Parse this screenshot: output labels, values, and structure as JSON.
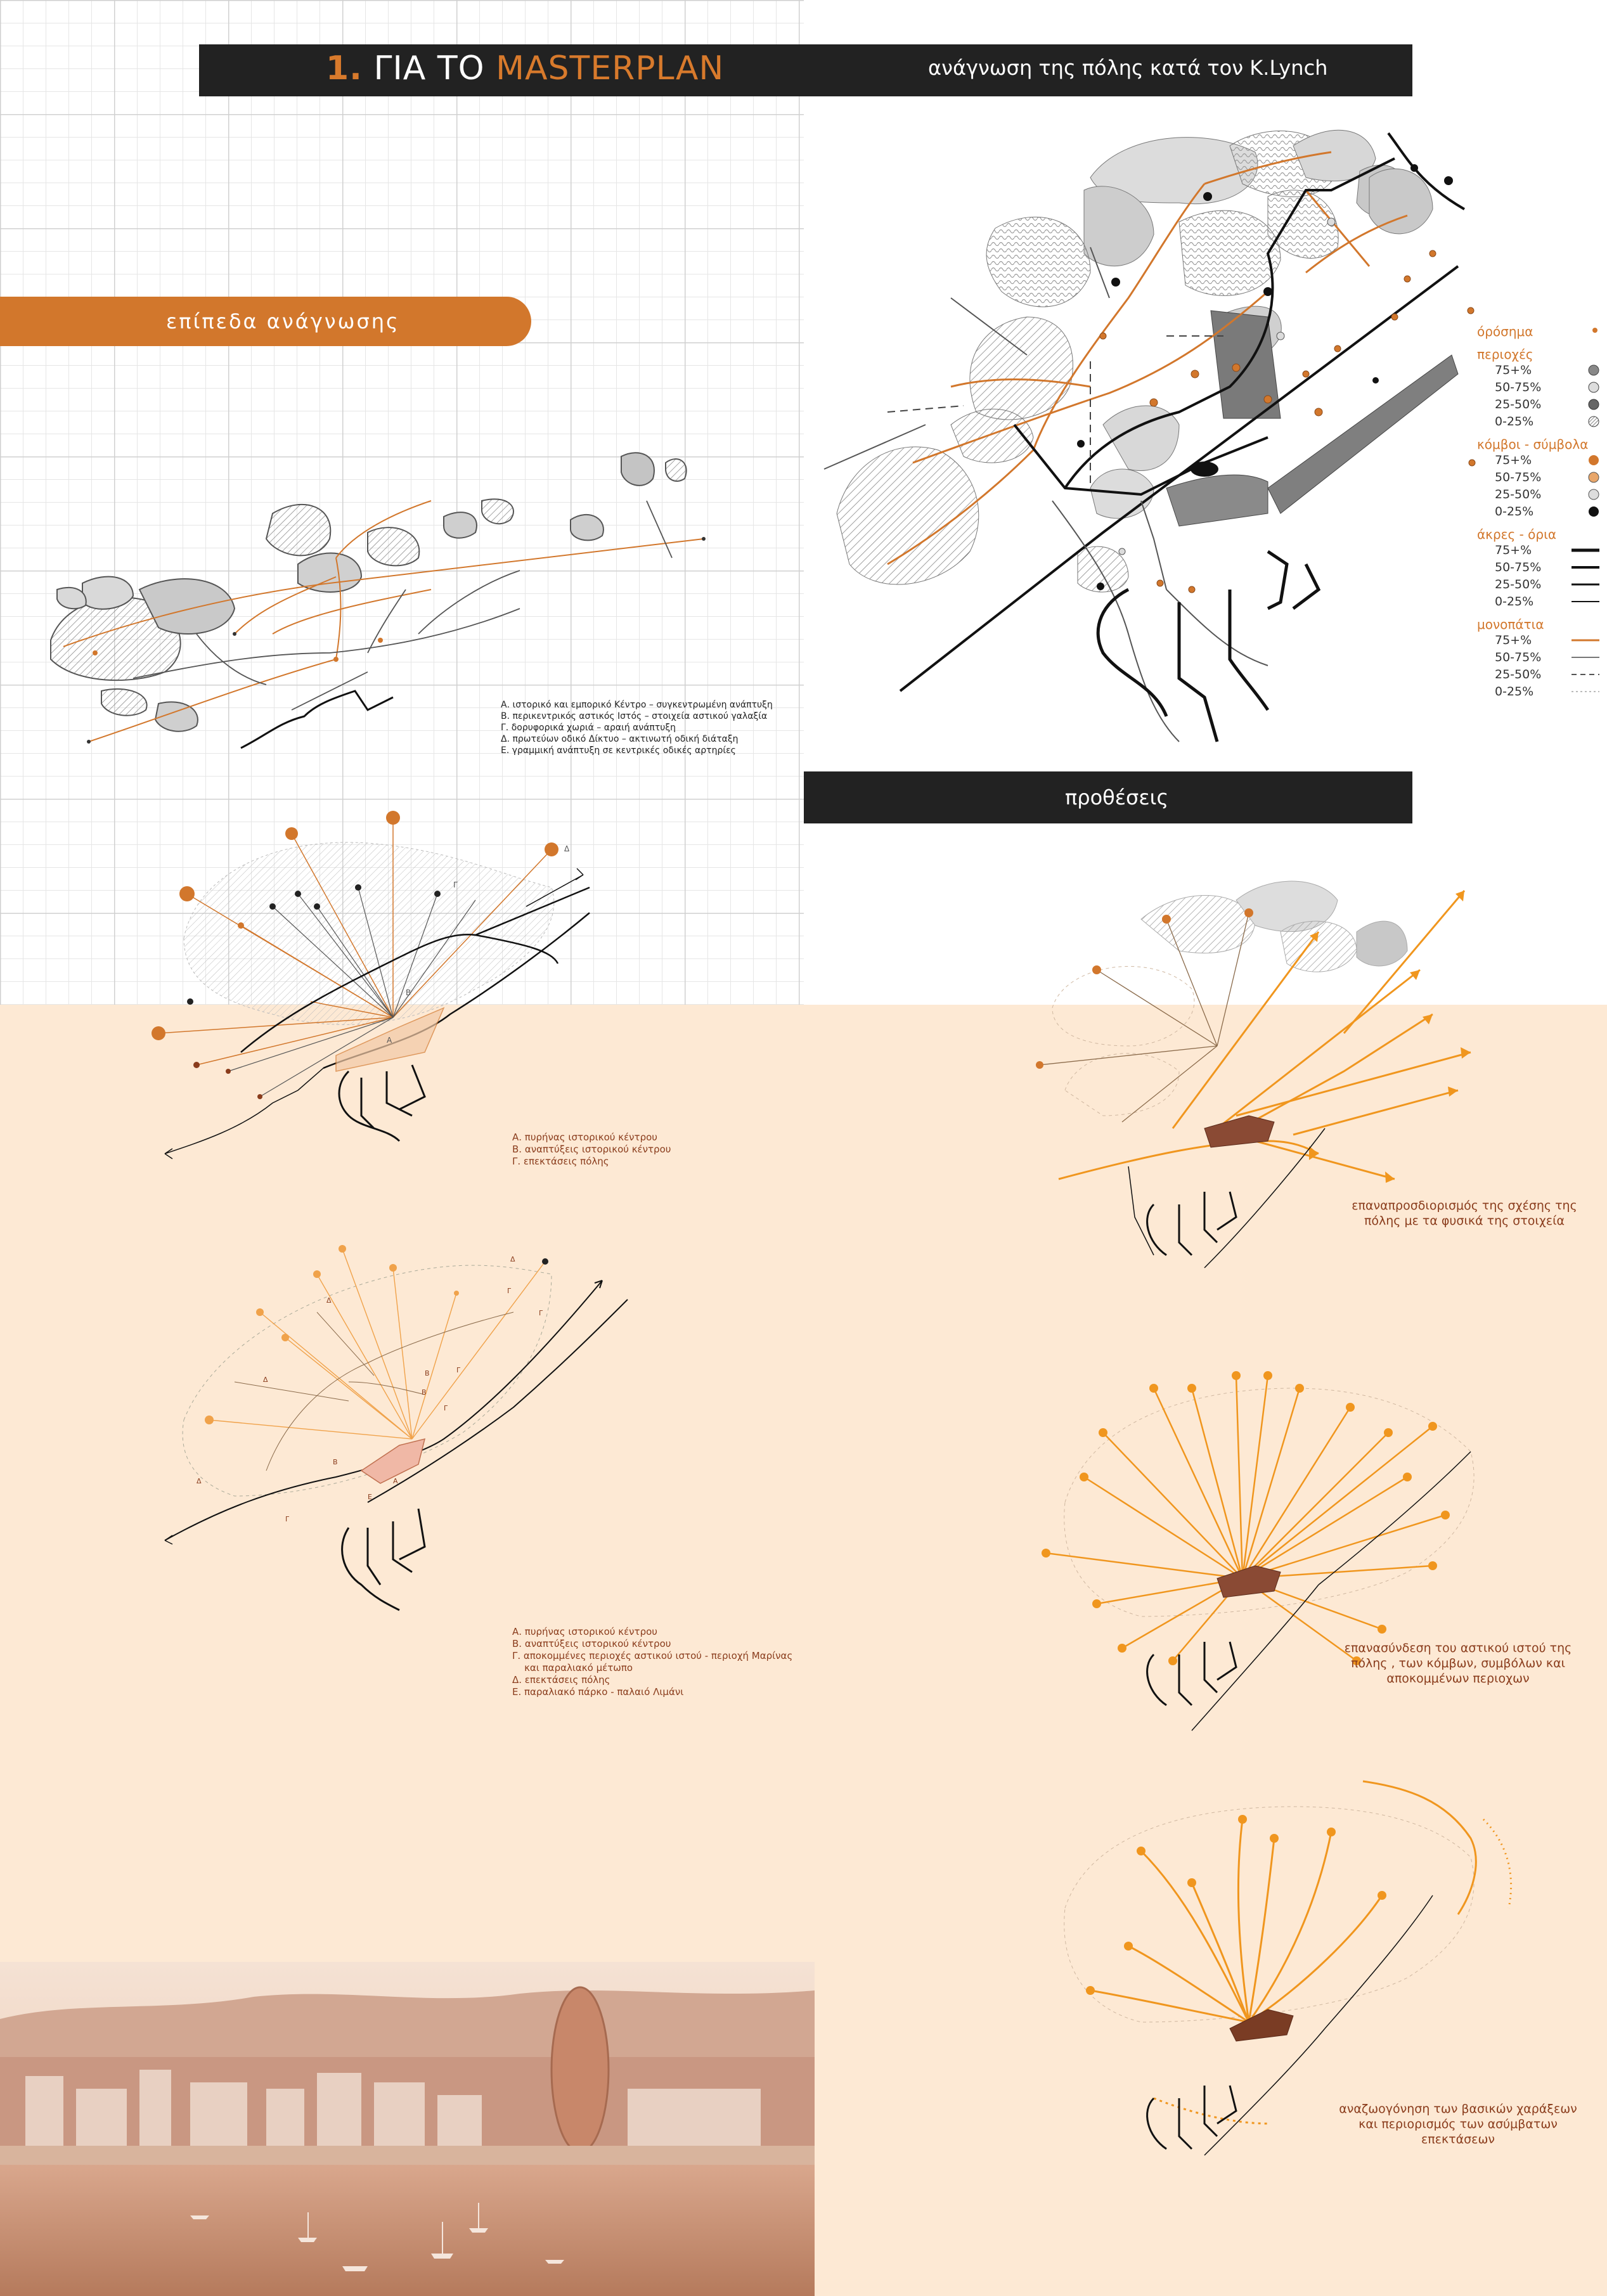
{
  "header": {
    "number": "1.",
    "title_plain": "ΓΙΑ ΤΟ ",
    "title_highlight": "MASTERPLAN",
    "subtitle": "ανάγνωση της πόλης κατά τον K.Lynch"
  },
  "tab_label": "επίπεδα ανάγνωσης",
  "section2_label": "προθέσεις",
  "legend": {
    "orosima": "όρόσημα",
    "areas_title": "περιοχές",
    "areas": [
      "75+%",
      "50-75%",
      "25-50%",
      "0-25%"
    ],
    "nodes_title": "κόμβοι - σύμβολα",
    "nodes": [
      "75+%",
      "50-75%",
      "25-50%",
      "0-25%"
    ],
    "edges_title": "άκρες - όρια",
    "edges": [
      "75+%",
      "50-75%",
      "25-50%",
      "0-25%"
    ],
    "paths_title": "μονοπάτια",
    "paths": [
      "75+%",
      "50-75%",
      "25-50%",
      "0-25%"
    ]
  },
  "notes1": [
    "Α. ιστορικό και εμπορικό Κέντρο – συγκεντρωμένη ανάπτυξη",
    "Β. περικεντρικός αστικός Ιστός – στοιχεία αστικού γαλαξία",
    "Γ. δορυφορικά χωριά – αραιή ανάπτυξη",
    "Δ. πρωτεύων οδικό Δίκτυο – ακτινωτή οδική διάταξη",
    "Ε. γραμμική ανάπτυξη σε κεντρικές οδικές αρτηρίες"
  ],
  "notes2": [
    "Α. πυρήνας ιστορικού κέντρου",
    "Β. αναπτύξεις ιστορικού κέντρου",
    "Γ. επεκτάσεις πόλης"
  ],
  "notes3": [
    "Α. πυρήνας ιστορικού κέντρου",
    "Β. αναπτύξεις ιστορικού κέντρου",
    "Γ. αποκομμένες περιοχές αστικού ιστού - περιοχή Μαρίνας",
    "    και παραλιακό μέτωπο",
    "Δ. επεκτάσεις πόλης",
    "Ε. παραλιακό πάρκο - παλαιό Λιμάνι"
  ],
  "captions": {
    "c1": [
      "επαναπροσδιορισμός της σχέσης της",
      "πόλης με τα φυσικά της στοιχεία"
    ],
    "c2": [
      "επανασύνδεση του αστικού ιστού της",
      "πόλης , των κόμβων, συμβόλων και",
      "αποκομμένων περιοχων"
    ],
    "c3": [
      "αναζωογόνηση των βασικών χαράξεων",
      "και περιορισμός των ασύμβατων",
      "επεκτάσεων"
    ]
  },
  "diagram_letters": {
    "map2": [
      "Δ",
      "Γ",
      "Β",
      "Α"
    ],
    "map3": [
      "Δ",
      "Δ",
      "Δ",
      "Δ",
      "Γ",
      "Γ",
      "Β",
      "Β",
      "Β",
      "Α",
      "Γ",
      "Γ",
      "Γ",
      "Ε"
    ]
  },
  "colors": {
    "orange": "#d2772c",
    "dark": "#222222",
    "peach": "#fde9d4",
    "brown": "#8a3c1c"
  }
}
